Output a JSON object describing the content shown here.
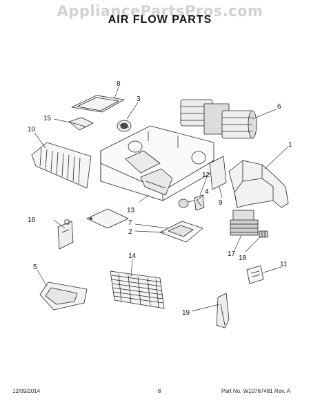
{
  "watermark": "AppliancePartsPros.com",
  "page_title": "AIR FLOW PARTS",
  "callouts": {
    "c1": "1",
    "c2": "2",
    "c3": "3",
    "c4": "4",
    "c5": "5",
    "c6": "6",
    "c7": "7",
    "c8": "8",
    "c9": "9",
    "c10": "10",
    "c11": "11",
    "c12": "12",
    "c13": "13",
    "c14": "14",
    "c15": "15",
    "c16": "16",
    "c17": "17",
    "c18": "18",
    "c19": "19"
  },
  "footer": {
    "date": "12/09/2014",
    "page": "8",
    "part_number": "Part No. W10767481  Rev. A"
  }
}
